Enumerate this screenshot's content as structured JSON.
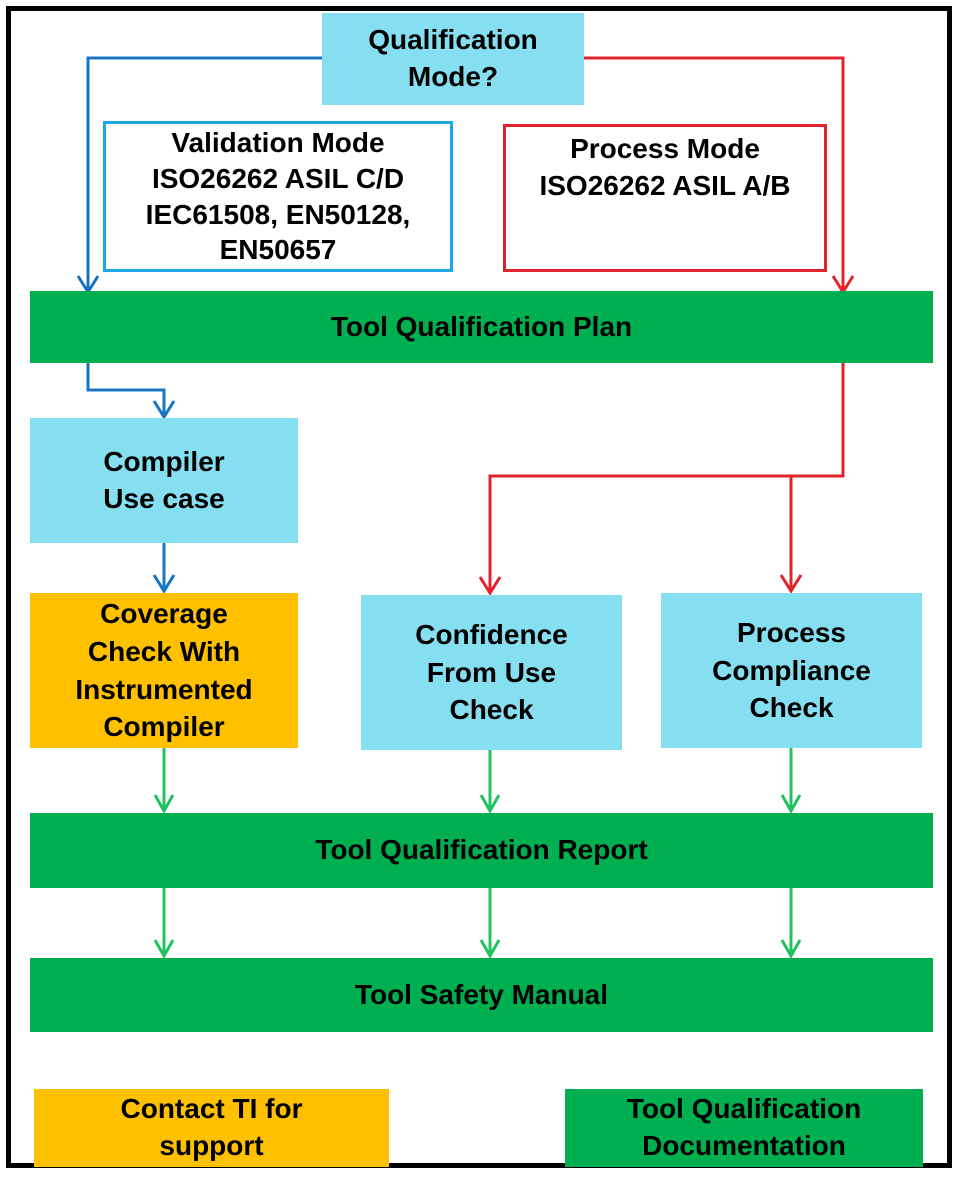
{
  "qualification_mode": {
    "lines": [
      "Qualification",
      "Mode?"
    ]
  },
  "validation_mode": {
    "lines": [
      "Validation Mode",
      "ISO26262 ASIL C/D",
      "IEC61508, EN50128,",
      "EN50657"
    ]
  },
  "process_mode": {
    "lines": [
      "Process Mode",
      "ISO26262 ASIL A/B"
    ]
  },
  "tool_qualification_plan": "Tool Qualification Plan",
  "compiler_use_case": {
    "lines": [
      "Compiler",
      "Use case"
    ]
  },
  "coverage_check": {
    "lines": [
      "Coverage",
      "Check With",
      "Instrumented",
      "Compiler"
    ]
  },
  "confidence_check": {
    "lines": [
      "Confidence",
      "From Use",
      "Check"
    ]
  },
  "process_compliance_check": {
    "lines": [
      "Process",
      "Compliance",
      "Check"
    ]
  },
  "tool_qualification_report": "Tool Qualification Report",
  "tool_safety_manual": "Tool Safety Manual",
  "legend": {
    "contact_ti": {
      "lines": [
        "Contact TI for",
        "support"
      ]
    },
    "documentation": {
      "lines": [
        "Tool Qualification",
        "Documentation"
      ]
    }
  },
  "colors": {
    "cyan_box": "#85dff0",
    "green_box": "#00b050",
    "orange_box": "#ffc000",
    "blue_arrow": "#1a74c4",
    "red_arrow": "#e0242b",
    "green_arrow": "#22c35e"
  }
}
